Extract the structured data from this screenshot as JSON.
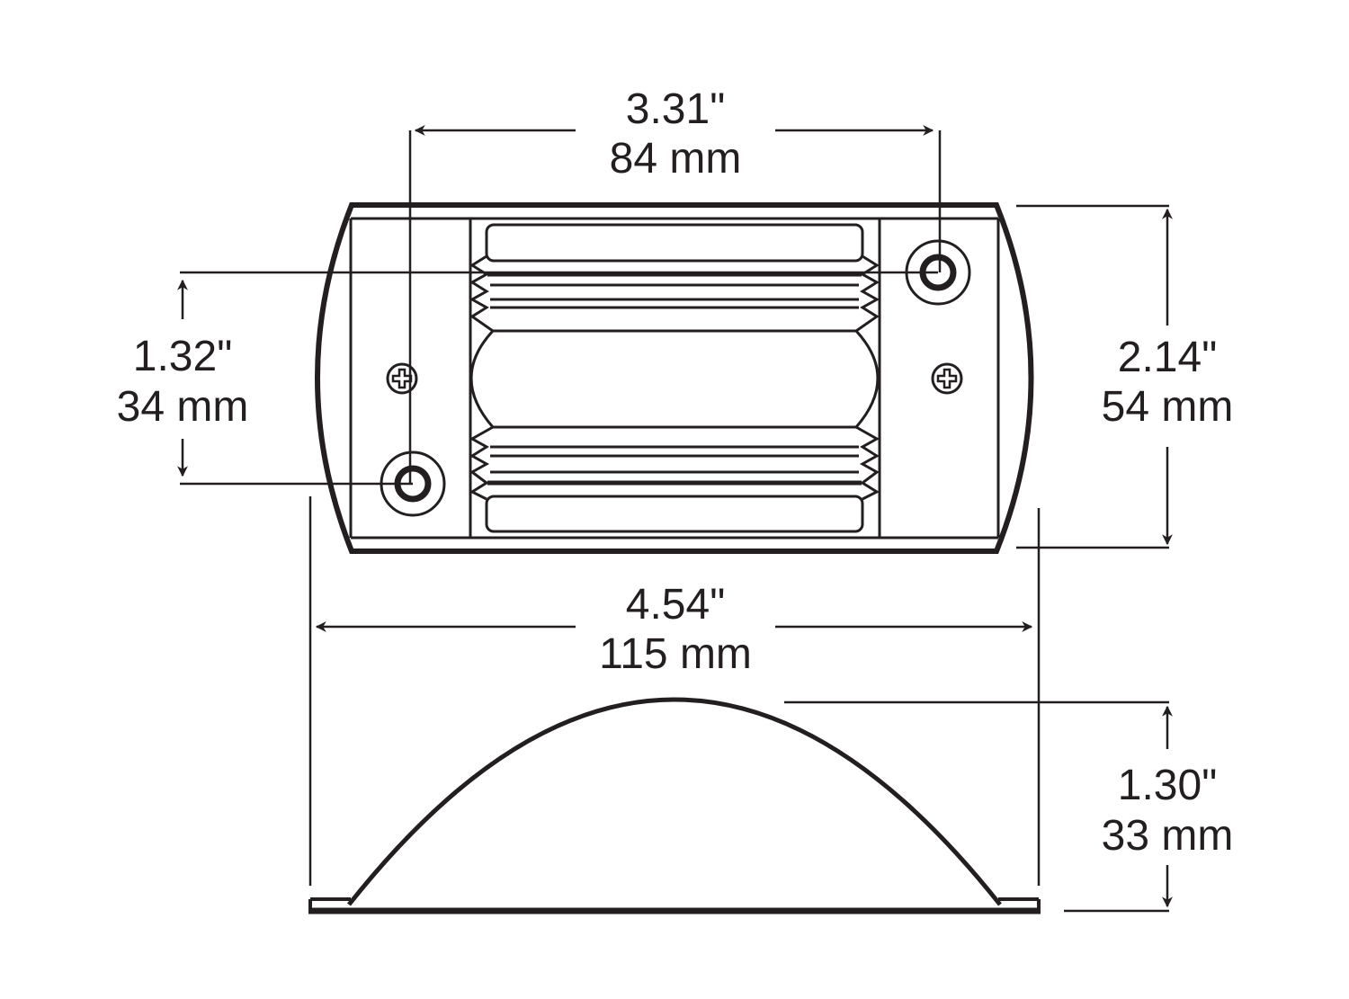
{
  "diagram": {
    "colors": {
      "ink": "#231f20",
      "background": "#ffffff"
    },
    "dimensions": {
      "hole_spacing": {
        "inches": "3.31\"",
        "mm": "84 mm"
      },
      "hole_offset": {
        "inches": "1.32\"",
        "mm": "34 mm"
      },
      "height": {
        "inches": "2.14\"",
        "mm": "54 mm"
      },
      "width": {
        "inches": "4.54\"",
        "mm": "115 mm"
      },
      "depth": {
        "inches": "1.30\"",
        "mm": "33 mm"
      }
    }
  }
}
